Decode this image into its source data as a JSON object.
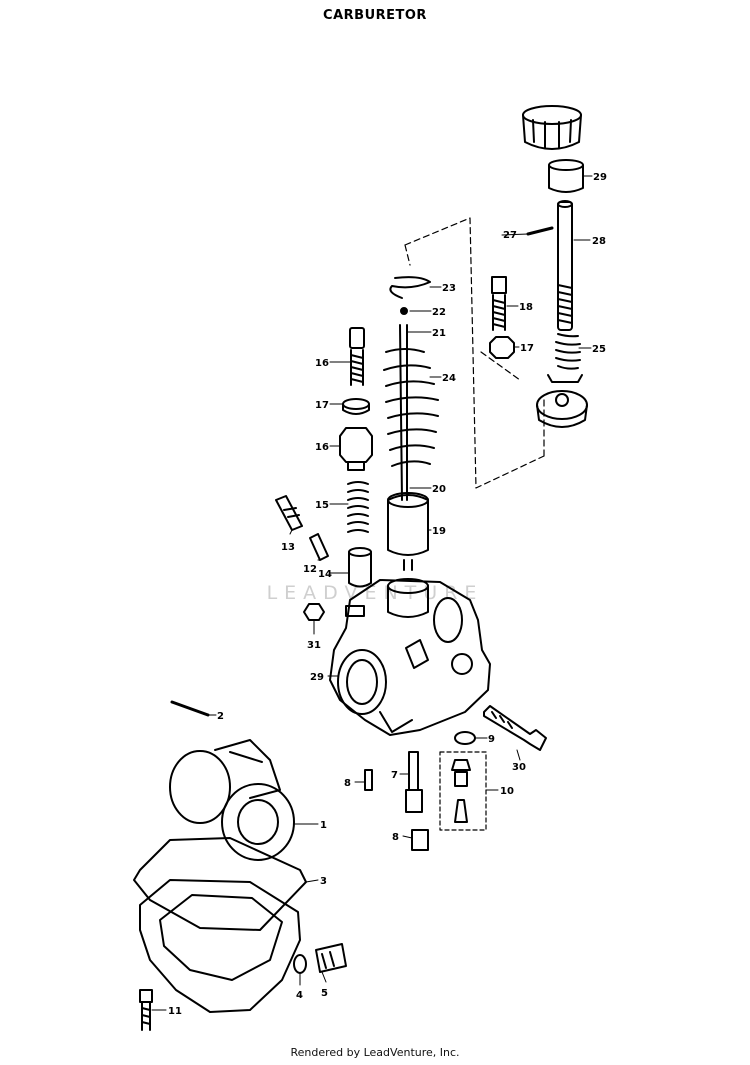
{
  "title": "CARBURETOR",
  "footer": "Rendered by LeadVenture, Inc.",
  "watermark": "LEADVENTURE",
  "callouts": [
    "29",
    "28",
    "27",
    "23",
    "22",
    "21",
    "24",
    "20",
    "19",
    "18",
    "17",
    "16",
    "17",
    "16",
    "15",
    "13",
    "12",
    "14",
    "25",
    "31",
    "29",
    "2",
    "30",
    "9",
    "8",
    "7",
    "10",
    "8",
    "1",
    "3",
    "4",
    "5",
    "11"
  ]
}
